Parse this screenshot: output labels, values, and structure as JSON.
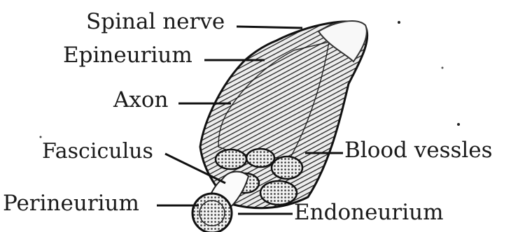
{
  "diagram": {
    "labels": {
      "spinal_nerve": "Spinal nerve",
      "epineurium": "Epineurium",
      "axon": "Axon",
      "fasciculus": "Fasciculus",
      "blood_vessels": "Blood vessles",
      "perineurium": "Perineurium",
      "endoneurium": "Endoneurium"
    }
  }
}
